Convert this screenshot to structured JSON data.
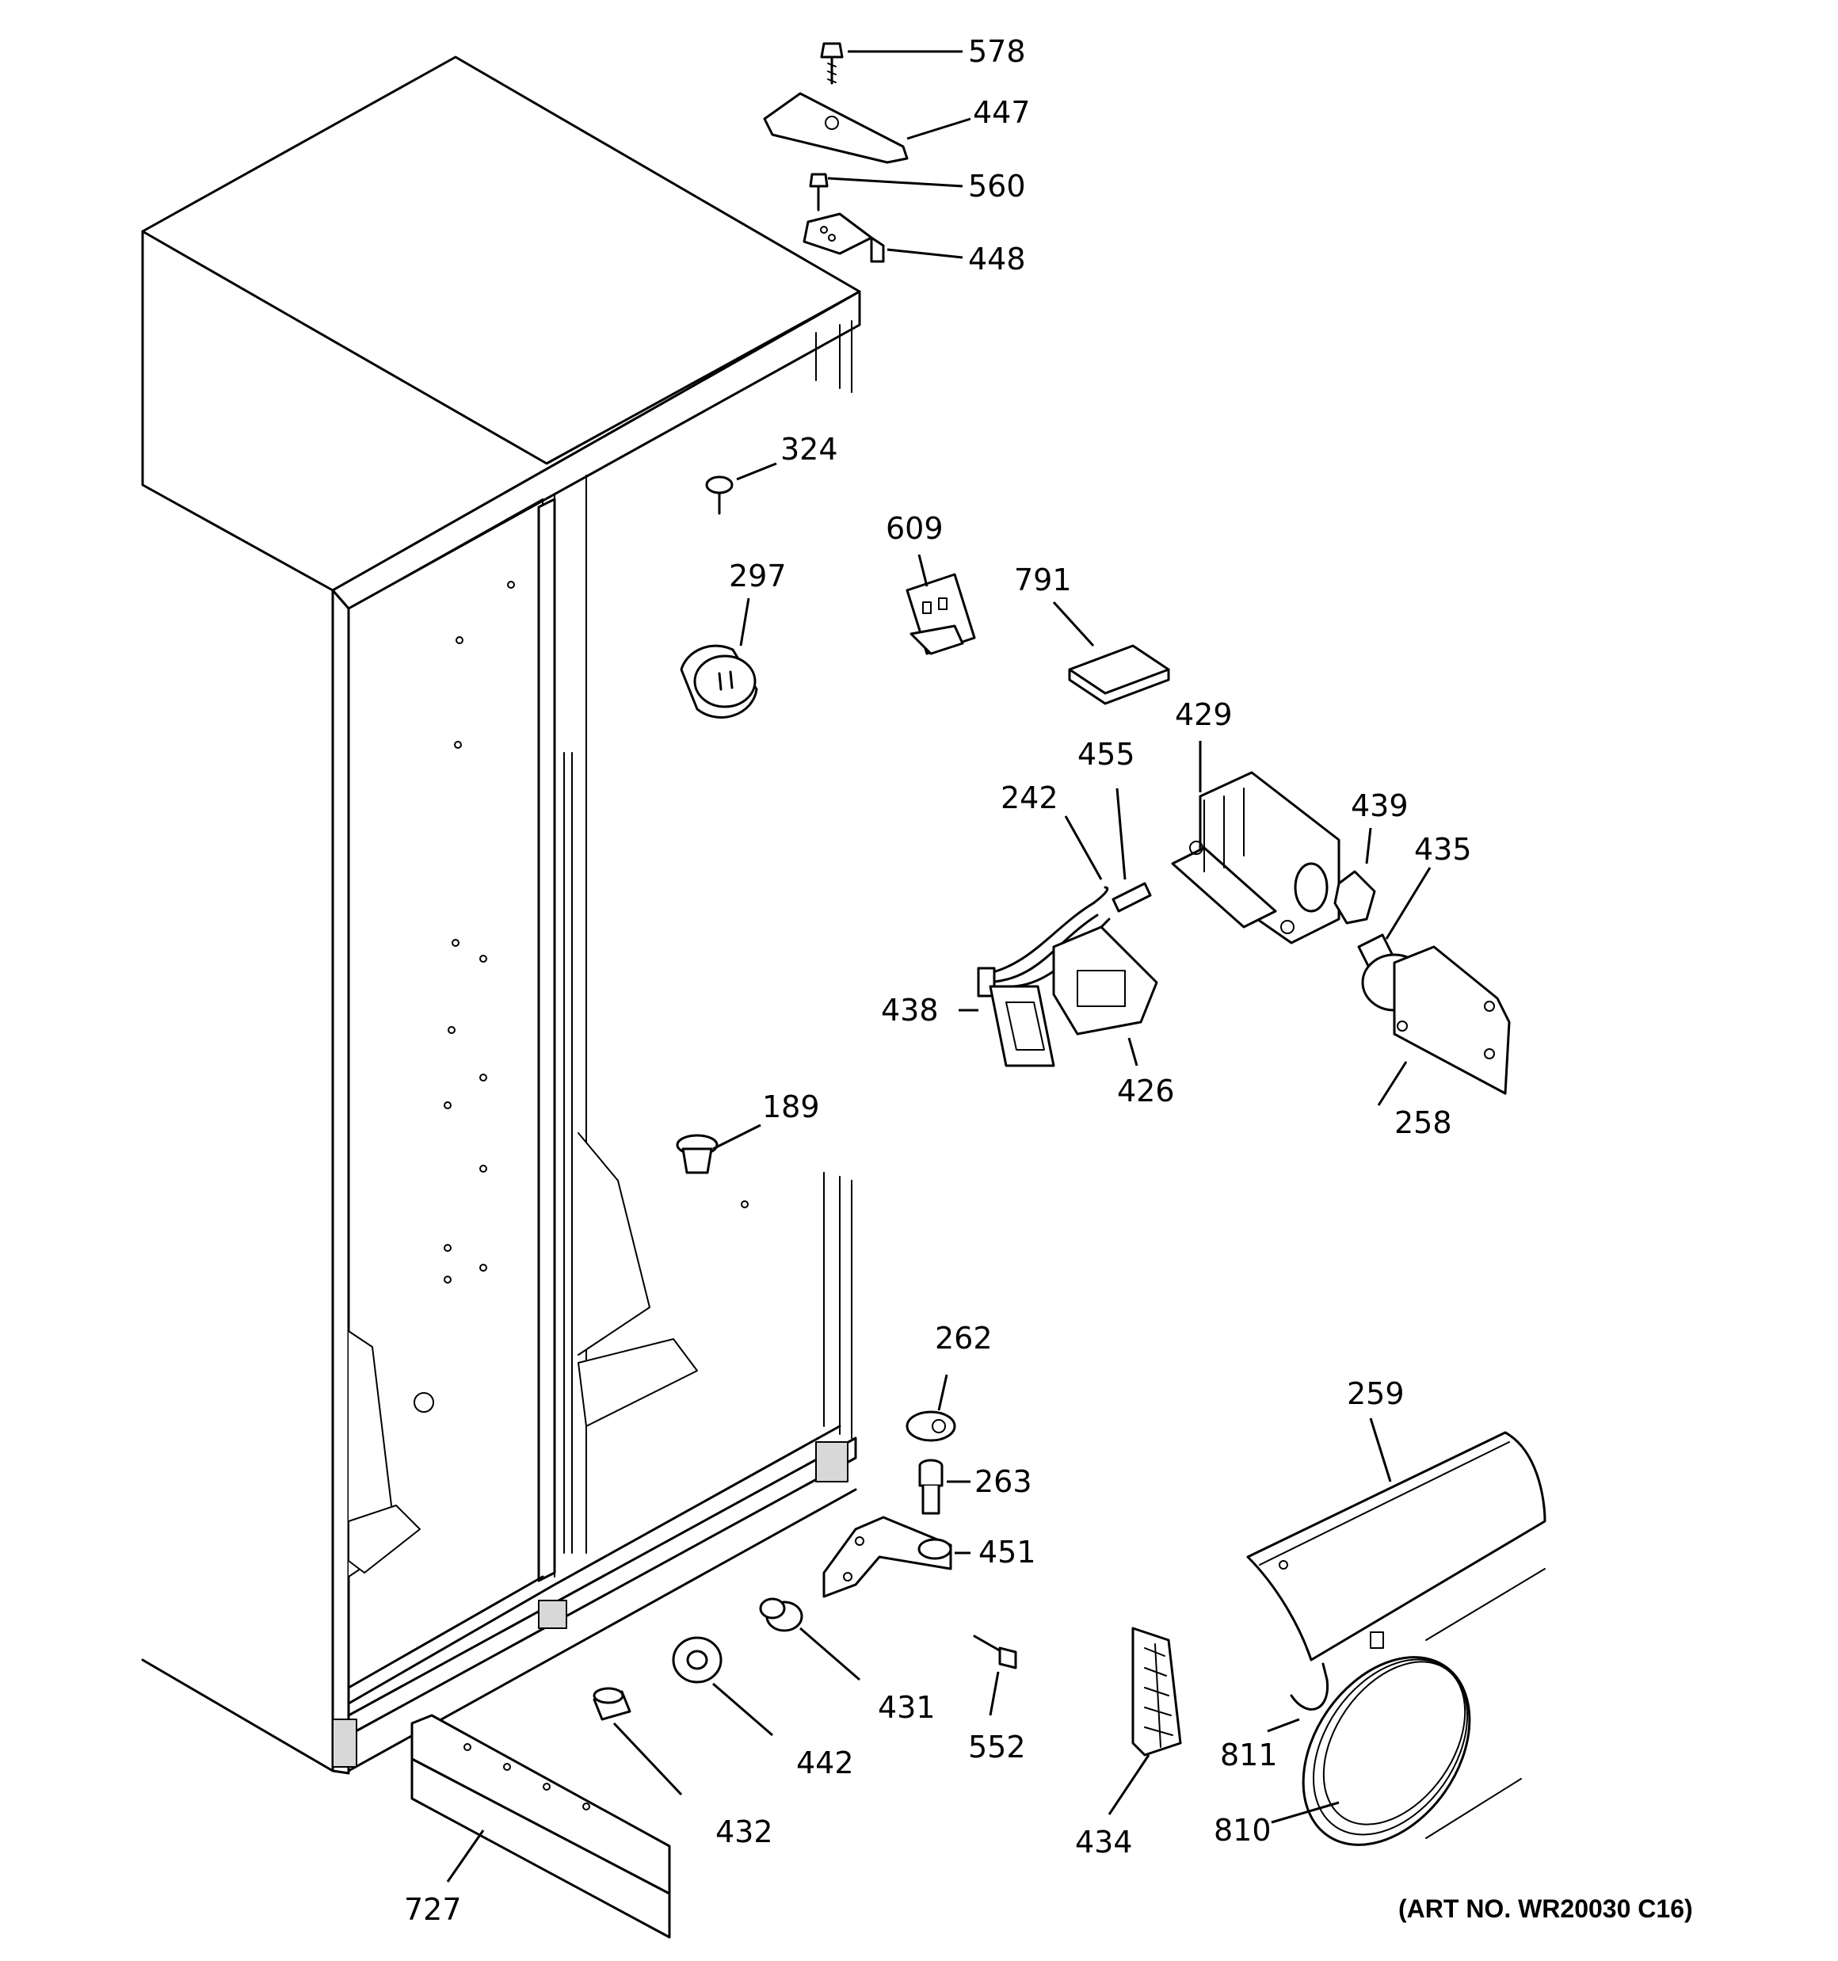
{
  "diagram": {
    "part_numbers": {
      "p578": "578",
      "p447": "447",
      "p560": "560",
      "p448": "448",
      "p324": "324",
      "p297": "297",
      "p609": "609",
      "p791": "791",
      "p429": "429",
      "p455": "455",
      "p242": "242",
      "p439": "439",
      "p435": "435",
      "p438": "438",
      "p426": "426",
      "p258": "258",
      "p189": "189",
      "p262": "262",
      "p263": "263",
      "p451": "451",
      "p259": "259",
      "p431": "431",
      "p552": "552",
      "p442": "442",
      "p432": "432",
      "p434": "434",
      "p811": "811",
      "p810": "810",
      "p727": "727"
    },
    "art_number": "(ART NO. WR20030 C16)"
  }
}
